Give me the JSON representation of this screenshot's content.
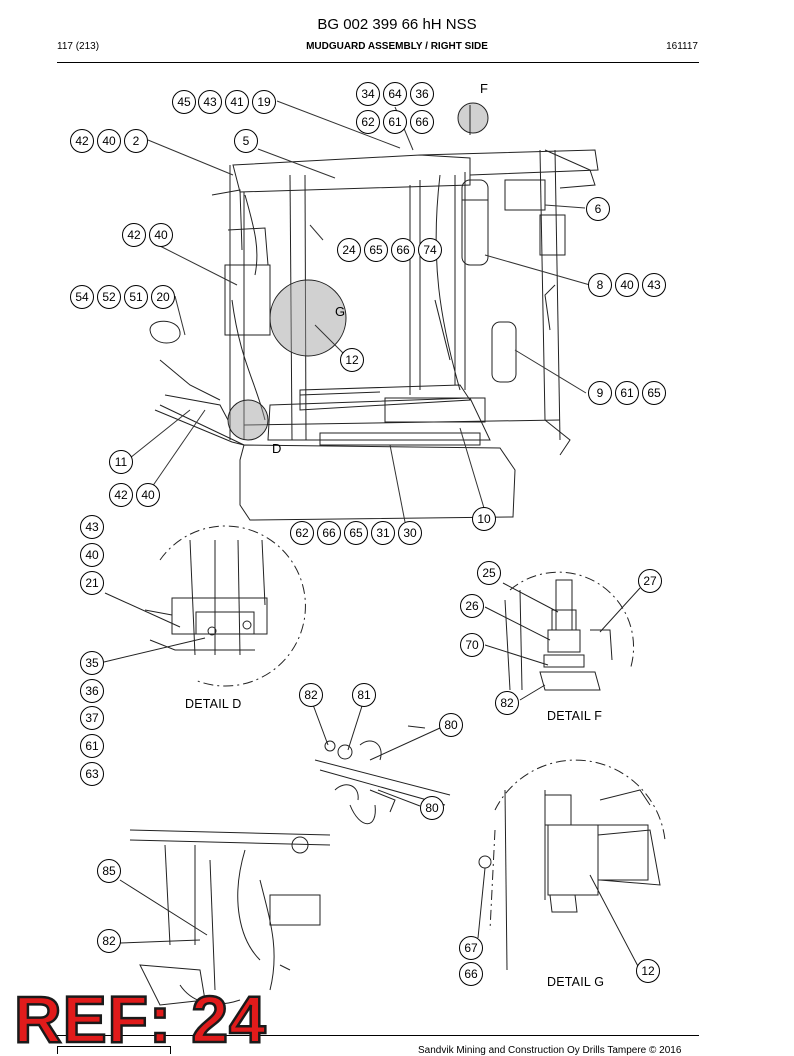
{
  "header": {
    "doc_title": "BG 002 399 66 hH NSS",
    "page": "117 (213)",
    "section": "MUDGUARD ASSEMBLY / RIGHT SIDE",
    "date_code": "161117"
  },
  "callouts": {
    "c45": "45",
    "c43a": "43",
    "c41": "41",
    "c19": "19",
    "c34": "34",
    "c64": "64",
    "c36a": "36",
    "c62a": "62",
    "c61a": "61",
    "c66a": "66",
    "c42a": "42",
    "c40a": "40",
    "c2": "2",
    "c5": "5",
    "c42b": "42",
    "c40b": "40",
    "c24": "24",
    "c65a": "65",
    "c66b": "66",
    "c74": "74",
    "c6": "6",
    "c54": "54",
    "c52": "52",
    "c51": "51",
    "c20": "20",
    "c8": "8",
    "c40c": "40",
    "c43b": "43",
    "c12a": "12",
    "c9": "9",
    "c61b": "61",
    "c65b": "65",
    "c11": "11",
    "c42c": "42",
    "c40d": "40",
    "c10": "10",
    "c62b": "62",
    "c66c": "66",
    "c65c": "65",
    "c31": "31",
    "c30": "30",
    "c43c": "43",
    "c40e": "40",
    "c21": "21",
    "c35": "35",
    "c36b": "36",
    "c37": "37",
    "c61c": "61",
    "c63": "63",
    "c25": "25",
    "c26": "26",
    "c27": "27",
    "c70": "70",
    "c82a": "82",
    "c82b": "82",
    "c81": "81",
    "c80a": "80",
    "c80b": "80",
    "c85": "85",
    "c82c": "82",
    "c67": "67",
    "c66d": "66",
    "c12b": "12"
  },
  "letters": {
    "F": "F",
    "G": "G",
    "D": "D"
  },
  "details": {
    "d": "DETAIL D",
    "f": "DETAIL F",
    "g": "DETAIL G"
  },
  "stamp": "REF: 24",
  "footer": "Sandvik Mining and Construction Oy Drills Tampere © 2016"
}
